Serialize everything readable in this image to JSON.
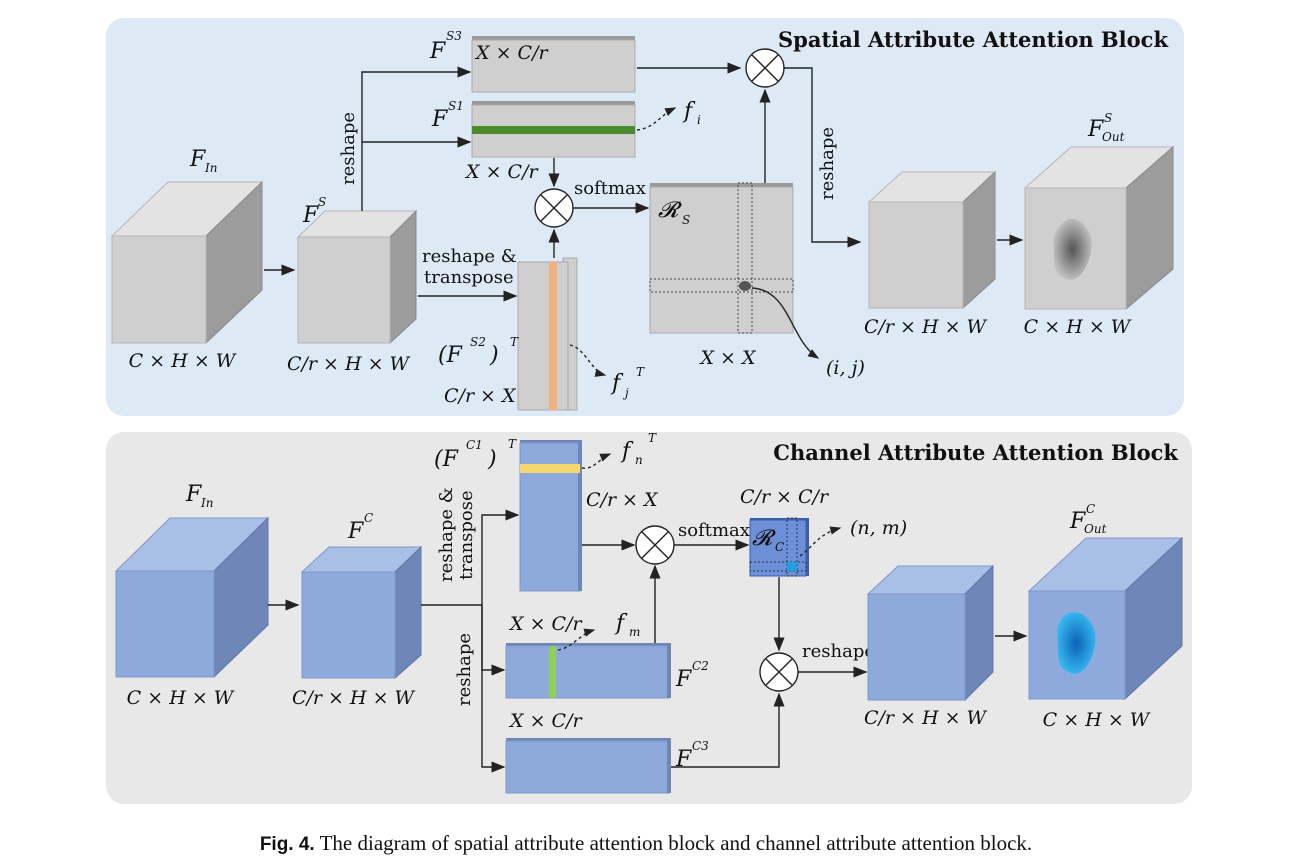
{
  "spatial": {
    "title": "Spatial Attribute Attention Block",
    "input_symbol": "F",
    "input_sub": "In",
    "input_dim": "C × H × W",
    "fs_symbol": "F",
    "fs_sup": "S",
    "fs_dim": "C/r × H × W",
    "fs3_symbol": "F",
    "fs3_sup": "S3",
    "fs3_dim": "X × C/r",
    "fs1_symbol": "F",
    "fs1_sup": "S1",
    "fs1_dim": "X × C/r",
    "fi_symbol": "f",
    "fi_sub": "i",
    "fs2_symbol": "(F",
    "fs2_sup": "S2",
    "fs2_close": ")",
    "fs2_T": "T",
    "fs2_dim": "C/r × X",
    "fj_symbol": "f",
    "fj_sub": "j",
    "fj_sup": "T",
    "reshape_label": "reshape",
    "reshape_transpose_1": "reshape &",
    "reshape_transpose_2": "transpose",
    "softmax_label": "softmax",
    "rs_symbol": "𝓡",
    "rs_sub": "S",
    "rs_dim": "X × X",
    "ij_label": "(i, j)",
    "reshape_right": "reshape",
    "out_mid_dim": "C/r × H × W",
    "out_symbol": "F",
    "out_sup": "S",
    "out_sub": "Out",
    "out_dim": "C × H × W"
  },
  "channel": {
    "title": "Channel Attribute Attention Block",
    "input_symbol": "F",
    "input_sub": "In",
    "input_dim": "C × H × W",
    "fc_symbol": "F",
    "fc_sup": "C",
    "fc_dim": "C/r × H × W",
    "fc1_symbol": "(F",
    "fc1_sup": "C1",
    "fc1_close": ")",
    "fc1_T": "T",
    "fc1_dim": "C/r × X",
    "fn_symbol": "f",
    "fn_sub": "n",
    "fn_sup": "T",
    "reshape_transpose_1": "reshape &",
    "reshape_transpose_2": "transpose",
    "reshape_label": "reshape",
    "fc2_symbol": "F",
    "fc2_sup": "C2",
    "fc2_dim": "X × C/r",
    "fm_symbol": "f",
    "fm_sub": "m",
    "fc3_symbol": "F",
    "fc3_sup": "C3",
    "fc3_dim": "X × C/r",
    "softmax_label": "softmax",
    "rc_symbol": "𝓡",
    "rc_sub": "C",
    "rc_dim": "C/r × C/r",
    "nm_label": "(n, m)",
    "reshape_right": "reshape",
    "out_mid_dim": "C/r × H × W",
    "out_symbol": "F",
    "out_sup": "C",
    "out_sub": "Out",
    "out_dim": "C × H × W"
  },
  "caption": {
    "label": "Fig. 4.",
    "text": " The diagram of spatial attribute attention block and channel attribute attention block."
  },
  "colors": {
    "spatial_bg": "#dde9f5",
    "channel_bg": "#e8e8e8",
    "gray_front": "#cfcfcf",
    "blue_front": "#8eaadc",
    "green_stripe": "#4a8a2c",
    "orange_stripe": "#f0b080",
    "yellow_stripe": "#f5d76e",
    "cyan_highlight": "#1ea0e0"
  }
}
